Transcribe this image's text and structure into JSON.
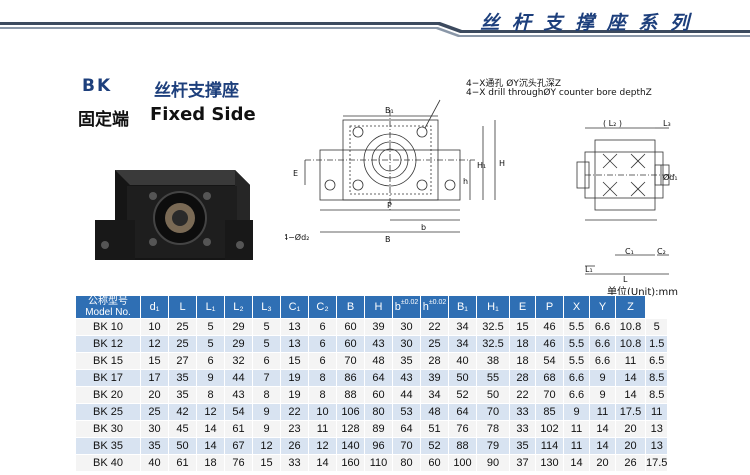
{
  "header": {
    "title": "丝 杆 支 撑 座 系 列",
    "accent_color": "#1d3f7c",
    "band_color": "#3c4a5e"
  },
  "product": {
    "code": "BK",
    "name_cn": "丝杆支撑座",
    "type_cn": "固定端",
    "type_en": "Fixed Side"
  },
  "drawing": {
    "note_cn": "4−X通孔 ØY沉头孔深Z",
    "note_en": "4−X drill throughØY counter bore depthZ",
    "labels": {
      "B1": "B₁",
      "E": "E",
      "P": "P",
      "h": "h",
      "H1": "H₁",
      "H": "H",
      "d2": "4−Ød₂",
      "b": "b",
      "B": "B",
      "L2": "( L₂ )",
      "L3": "L₃",
      "d1": "Ød₁",
      "L1": "L₁",
      "L": "L",
      "C1": "C₁",
      "C2": "C₂"
    }
  },
  "unit_label": "单位(Unit):mm",
  "table": {
    "model_header_cn": "公称型号",
    "model_header_en": "Model No.",
    "columns": [
      "d₁",
      "L",
      "L₁",
      "L₂",
      "L₃",
      "C₁",
      "C₂",
      "B",
      "H",
      "b",
      "h",
      "B₁",
      "H₁",
      "E",
      "P",
      "X",
      "Y",
      "Z"
    ],
    "tolerance": "±0.02",
    "rows": [
      [
        "BK 10",
        "10",
        "25",
        "5",
        "29",
        "5",
        "13",
        "6",
        "60",
        "39",
        "30",
        "22",
        "34",
        "32.5",
        "15",
        "46",
        "5.5",
        "6.6",
        "10.8",
        "5"
      ],
      [
        "BK 12",
        "12",
        "25",
        "5",
        "29",
        "5",
        "13",
        "6",
        "60",
        "43",
        "30",
        "25",
        "34",
        "32.5",
        "18",
        "46",
        "5.5",
        "6.6",
        "10.8",
        "1.5"
      ],
      [
        "BK 15",
        "15",
        "27",
        "6",
        "32",
        "6",
        "15",
        "6",
        "70",
        "48",
        "35",
        "28",
        "40",
        "38",
        "18",
        "54",
        "5.5",
        "6.6",
        "11",
        "6.5"
      ],
      [
        "BK 17",
        "17",
        "35",
        "9",
        "44",
        "7",
        "19",
        "8",
        "86",
        "64",
        "43",
        "39",
        "50",
        "55",
        "28",
        "68",
        "6.6",
        "9",
        "14",
        "8.5"
      ],
      [
        "BK 20",
        "20",
        "35",
        "8",
        "43",
        "8",
        "19",
        "8",
        "88",
        "60",
        "44",
        "34",
        "52",
        "50",
        "22",
        "70",
        "6.6",
        "9",
        "14",
        "8.5"
      ],
      [
        "BK 25",
        "25",
        "42",
        "12",
        "54",
        "9",
        "22",
        "10",
        "106",
        "80",
        "53",
        "48",
        "64",
        "70",
        "33",
        "85",
        "9",
        "11",
        "17.5",
        "11"
      ],
      [
        "BK 30",
        "30",
        "45",
        "14",
        "61",
        "9",
        "23",
        "11",
        "128",
        "89",
        "64",
        "51",
        "76",
        "78",
        "33",
        "102",
        "11",
        "14",
        "20",
        "13"
      ],
      [
        "BK 35",
        "35",
        "50",
        "14",
        "67",
        "12",
        "26",
        "12",
        "140",
        "96",
        "70",
        "52",
        "88",
        "79",
        "35",
        "114",
        "11",
        "14",
        "20",
        "13"
      ],
      [
        "BK 40",
        "40",
        "61",
        "18",
        "76",
        "15",
        "33",
        "14",
        "160",
        "110",
        "80",
        "60",
        "100",
        "90",
        "37",
        "130",
        "14",
        "20",
        "26",
        "17.5"
      ]
    ]
  }
}
